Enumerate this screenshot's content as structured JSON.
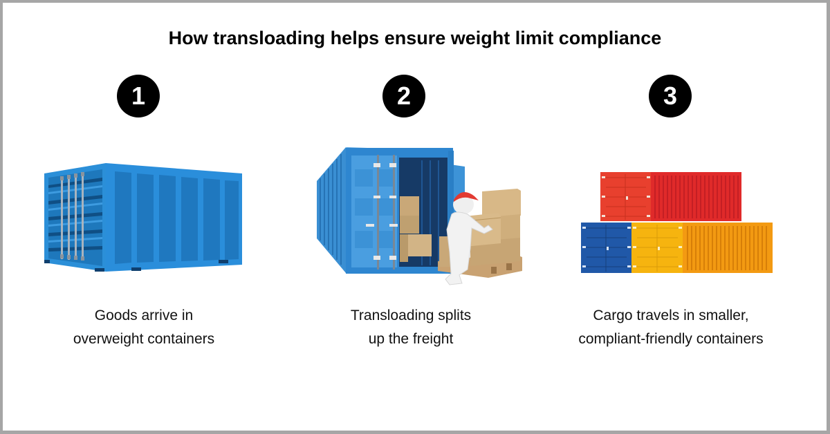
{
  "title": "How transloading helps ensure weight limit compliance",
  "steps": [
    {
      "number": "1",
      "caption_line1": "Goods arrive in",
      "caption_line2": "overweight containers",
      "illustration": "single-blue-shipping-container"
    },
    {
      "number": "2",
      "caption_line1": "Transloading splits",
      "caption_line2": "up the freight",
      "illustration": "worker-unloading-boxes-from-open-container"
    },
    {
      "number": "3",
      "caption_line1": "Cargo travels in smaller,",
      "caption_line2": "compliant-friendly containers",
      "illustration": "stacked-small-colored-containers"
    }
  ],
  "colors": {
    "border": "#a6a6a6",
    "background": "#ffffff",
    "badge": "#000000",
    "container_blue": "#2a8edb",
    "container_blue_dark": "#1f78bf",
    "small_red": "#e02a2a",
    "small_blue": "#2058a8",
    "small_yellow": "#f6b40f",
    "small_orange": "#f39a12"
  }
}
